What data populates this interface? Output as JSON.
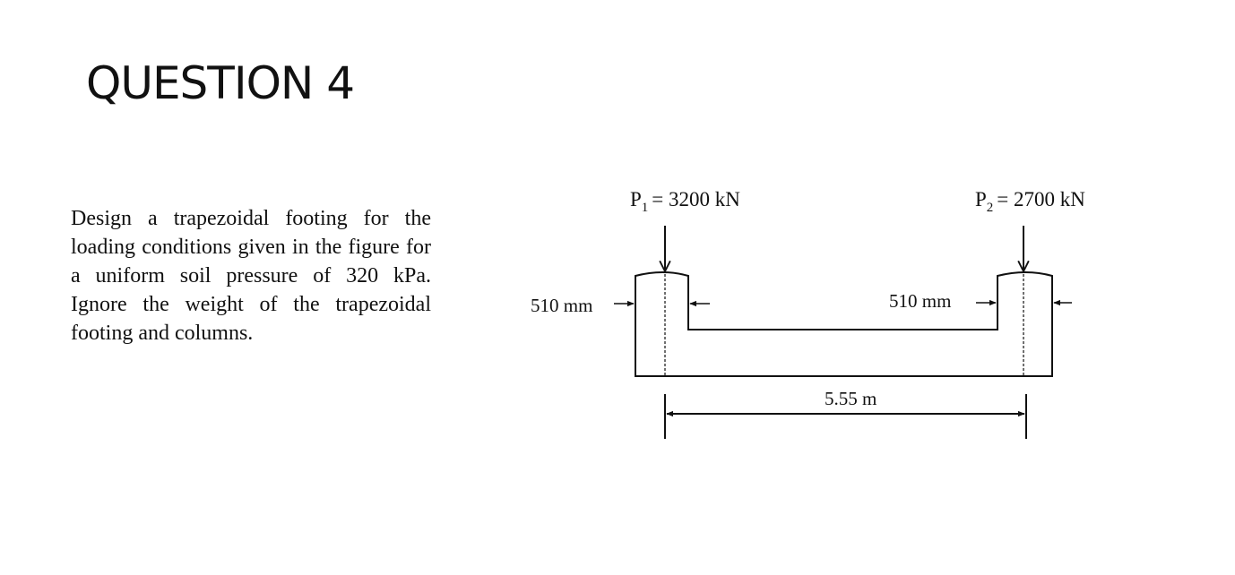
{
  "slide": {
    "title": "QUESTION 4"
  },
  "question": {
    "text": "Design a trapezoidal footing for the loading conditions given in the figure for a uniform soil pressure of 320 kPa. Ignore the weight of the trapezoidal footing and columns."
  },
  "figure": {
    "load_1": {
      "symbol": "P",
      "subscript": "1",
      "value": "= 3200 kN"
    },
    "load_2": {
      "symbol": "P",
      "subscript": "2",
      "value": "= 2700 kN"
    },
    "column_1_width": "510 mm",
    "column_2_width": "510 mm",
    "span": "5.55 m"
  }
}
